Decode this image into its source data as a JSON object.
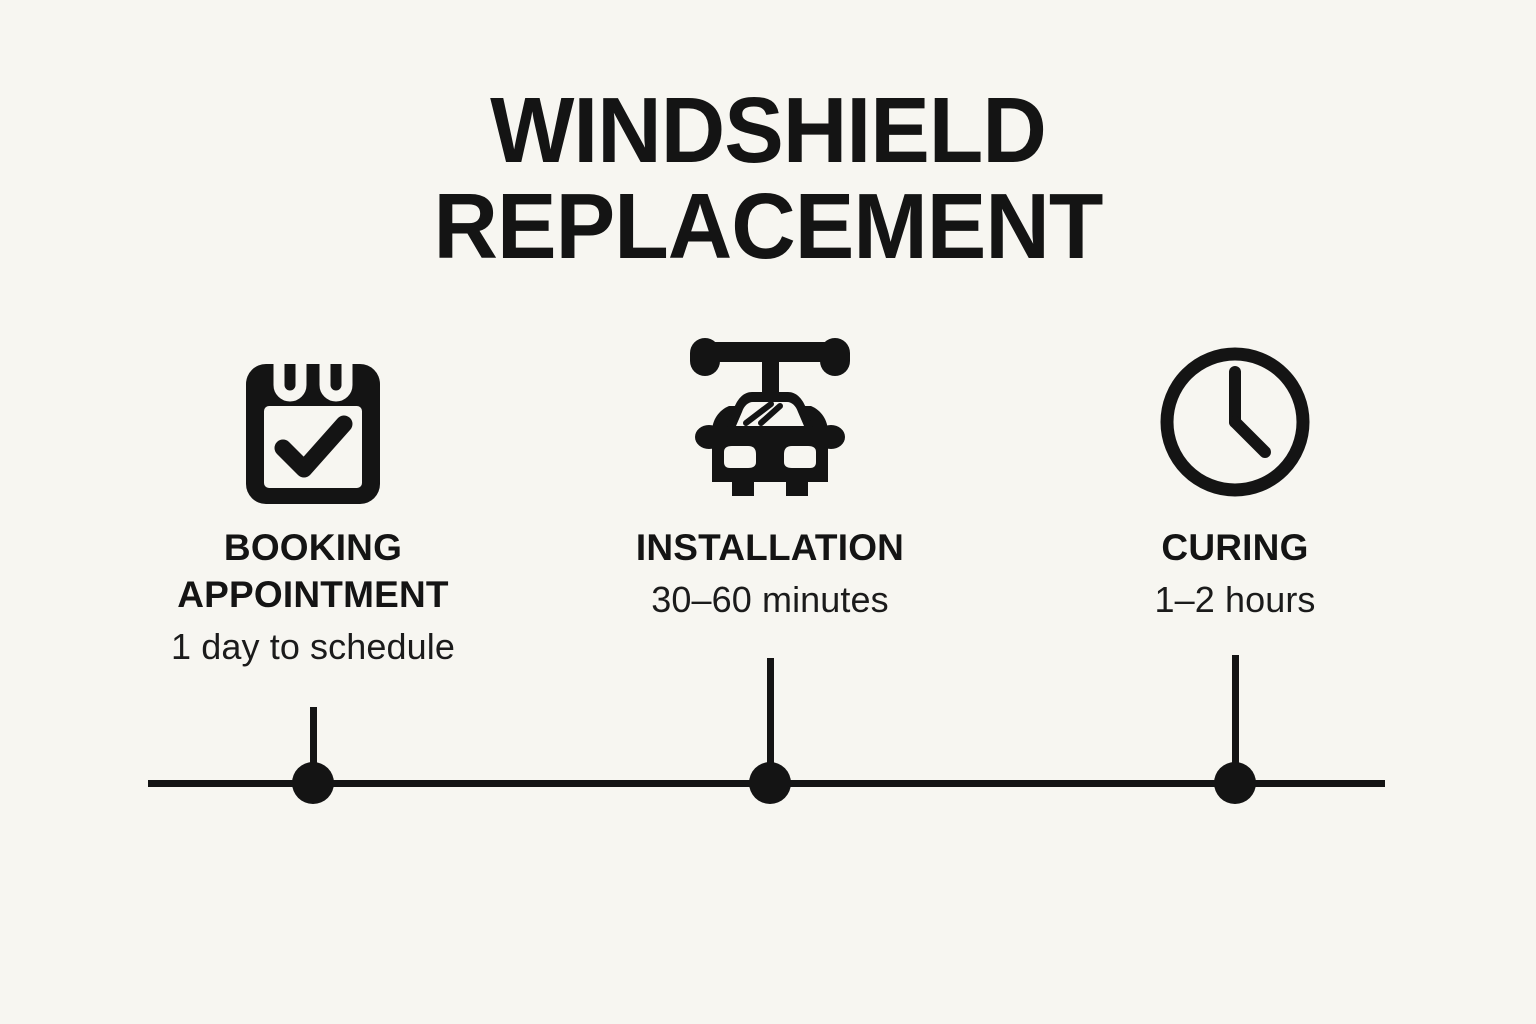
{
  "theme": {
    "background": "#F7F6F1",
    "ink": "#141414"
  },
  "title": {
    "line1": "WINDSHIELD",
    "line2": "REPLACEMENT"
  },
  "timeline": {
    "steps": [
      {
        "icon": "calendar-check-icon",
        "heading": "BOOKING\nAPPOINTMENT",
        "detail": "1 day to schedule"
      },
      {
        "icon": "car-windshield-icon",
        "heading": "INSTALLATION",
        "detail": "30–60 minutes"
      },
      {
        "icon": "clock-icon",
        "heading": "CURING",
        "detail": "1–2 hours"
      }
    ]
  }
}
